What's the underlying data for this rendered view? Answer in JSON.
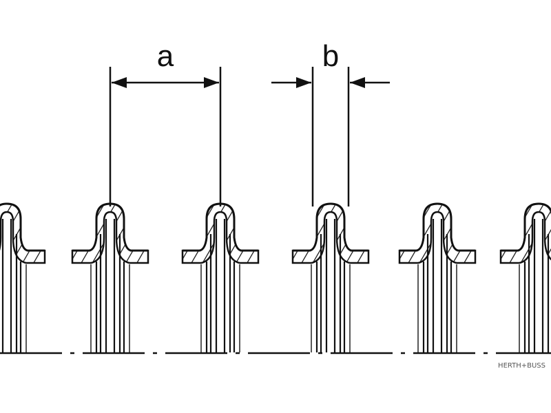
{
  "labels": {
    "a": "a",
    "b": "b"
  },
  "watermark": "HERTH+BUSS",
  "colors": {
    "ink": "#111111",
    "paper": "#ffffff"
  }
}
